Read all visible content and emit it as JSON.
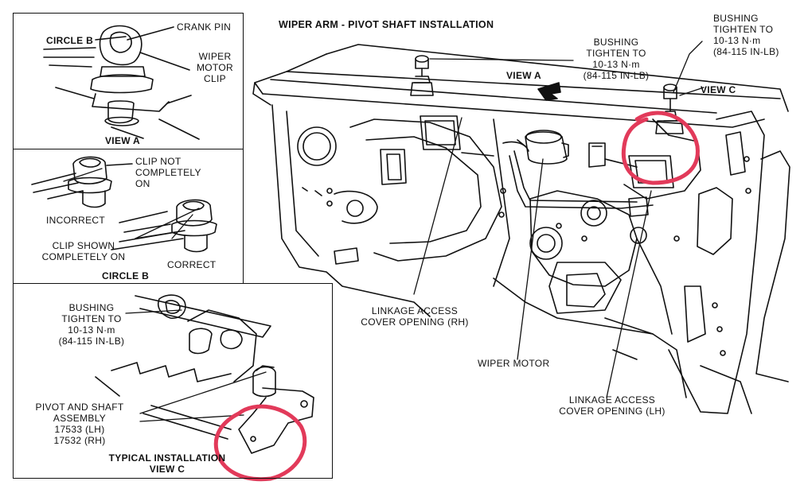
{
  "title": "WIPER ARM - PIVOT SHAFT INSTALLATION",
  "view_a_panel": {
    "crank_pin": "CRANK PIN",
    "circle_b": "CIRCLE B",
    "wiper_motor_clip": [
      "WIPER",
      "MOTOR",
      "CLIP"
    ],
    "caption": "VIEW A"
  },
  "circle_b_panel": {
    "clip_not_completely_on": [
      "CLIP NOT",
      "COMPLETELY",
      "ON"
    ],
    "incorrect": "INCORRECT",
    "clip_shown_completely_on": [
      "CLIP SHOWN",
      "COMPLETELY ON"
    ],
    "correct": "CORRECT",
    "caption": "CIRCLE B"
  },
  "view_c_panel": {
    "bushing": [
      "BUSHING",
      "TIGHTEN TO",
      "10-13 N·m",
      "(84-115 IN-LB)"
    ],
    "pivot_shaft": [
      "PIVOT AND SHAFT",
      "ASSEMBLY",
      "17533 (LH)",
      "17532 (RH)"
    ],
    "caption": [
      "TYPICAL INSTALLATION",
      "VIEW C"
    ]
  },
  "main": {
    "bushing_center": [
      "BUSHING",
      "TIGHTEN TO",
      "10-13 N·m",
      "(84-115 IN-LB)"
    ],
    "bushing_right": [
      "BUSHING",
      "TIGHTEN TO",
      "10-13 N·m",
      "(84-115 IN-LB)"
    ],
    "view_a": "VIEW A",
    "view_c": "VIEW C",
    "linkage_rh": [
      "LINKAGE ACCESS",
      "COVER OPENING (RH)"
    ],
    "wiper_motor": "WIPER MOTOR",
    "linkage_lh": [
      "LINKAGE ACCESS",
      "COVER OPENING (LH)"
    ]
  },
  "colors": {
    "annotation_red": "#e23a5a",
    "ink": "#111111"
  }
}
